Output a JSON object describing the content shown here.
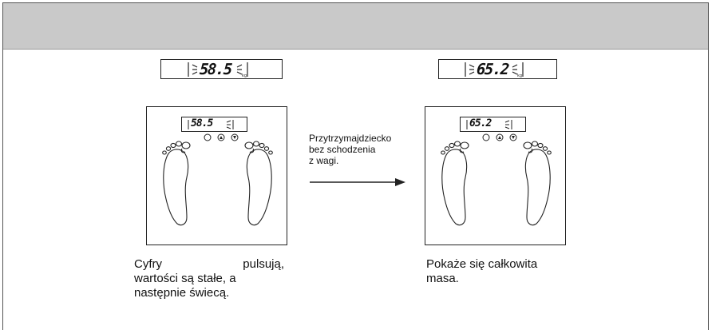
{
  "left": {
    "display_value": "58.5",
    "caption_lines": [
      "Cyfry pulsują,",
      "wartości są stałe, a",
      "następnie świecą."
    ]
  },
  "right": {
    "display_value": "65.2",
    "caption_lines": [
      "Pokaże się całkowita",
      "masa."
    ]
  },
  "middle": {
    "lines": [
      "Przytrzymajdziecko",
      "bez schodzenia",
      "z wagi."
    ]
  },
  "colors": {
    "header_band": "#c9c9c9",
    "frame": "#555555"
  }
}
